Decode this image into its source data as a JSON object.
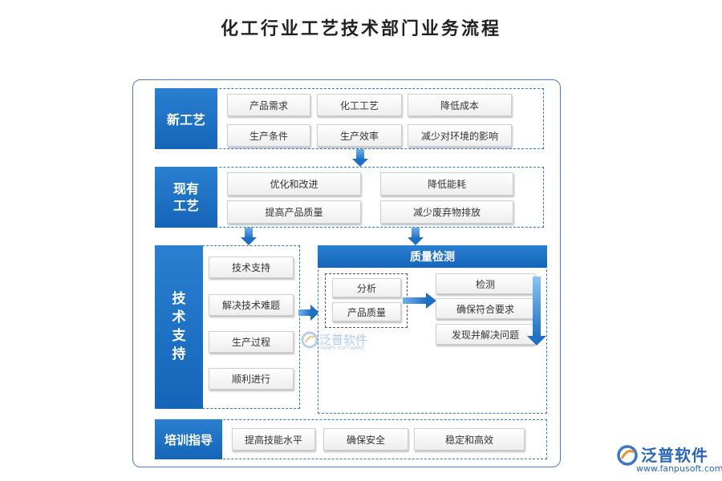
{
  "title": "化工行业工艺技术部门业务流程",
  "sections": {
    "new_process": {
      "label": "新工艺",
      "items": [
        "产品需求",
        "化工工艺",
        "降低成本",
        "生产条件",
        "生产效率",
        "减少对环境的影响"
      ]
    },
    "existing_process": {
      "label_line1": "现有",
      "label_line2": "工艺",
      "items": [
        "优化和改进",
        "降低能耗",
        "提高产品质量",
        "减少废弃物排放"
      ]
    },
    "tech_support": {
      "label": [
        "技",
        "术",
        "支",
        "持"
      ],
      "items": [
        "技术支持",
        "解决技术难题",
        "生产过程",
        "顺利进行"
      ]
    },
    "quality": {
      "label": "质量检测",
      "left_items": [
        "分析",
        "产品质量"
      ],
      "right_items": [
        "检测",
        "确保符合要求",
        "发现并解决问题"
      ]
    },
    "training": {
      "label": "培训指导",
      "items": [
        "提高技能水平",
        "确保安全",
        "稳定和高效"
      ]
    }
  },
  "watermark": {
    "center_cn": "泛普软件",
    "center_en": "FANPU SOFTWARE",
    "corner_cn": "泛普软件",
    "corner_url": "www.fanpusoft.com"
  },
  "colors": {
    "primary": "#1a6cc0",
    "dash": "#2f78c4",
    "frame": "#4a7fc8"
  }
}
